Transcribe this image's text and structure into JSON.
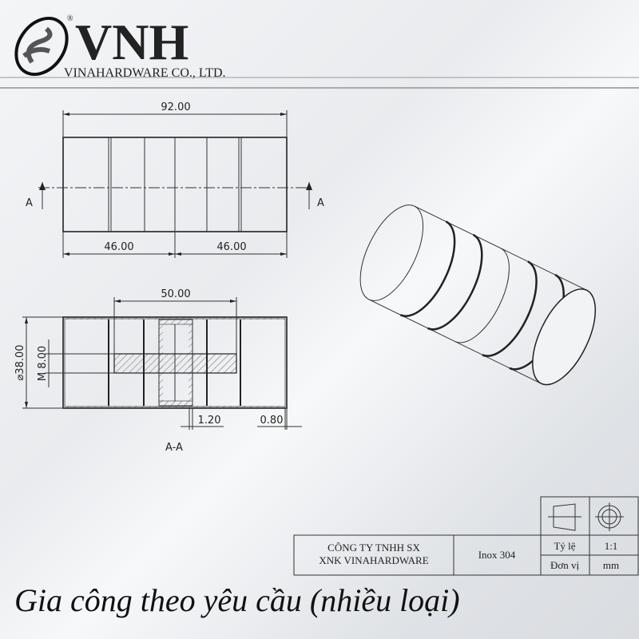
{
  "logo": {
    "brand": "VNH",
    "registered": "®",
    "company": "VINAHARDWARE CO., LTD."
  },
  "top_view": {
    "overall_length": "92.00",
    "half_left": "46.00",
    "half_right": "46.00",
    "section_mark_left": "A",
    "section_mark_right": "A"
  },
  "section_view": {
    "bolt_length": "50.00",
    "diameter": "⌀38.00",
    "thread": "M 8.00",
    "wall_inner": "1.20",
    "wall_outer": "0.80",
    "label": "A-A"
  },
  "title_block": {
    "company_line1": "CÔNG TY TNHH SX",
    "company_line2": "XNK VINAHARDWARE",
    "material": "Inox 304",
    "scale_label": "Tỷ lệ",
    "scale_value": "1:1",
    "unit_label": "Đơn vị",
    "unit_value": "mm"
  },
  "caption": "Gia công theo yêu cầu (nhiều loại)"
}
